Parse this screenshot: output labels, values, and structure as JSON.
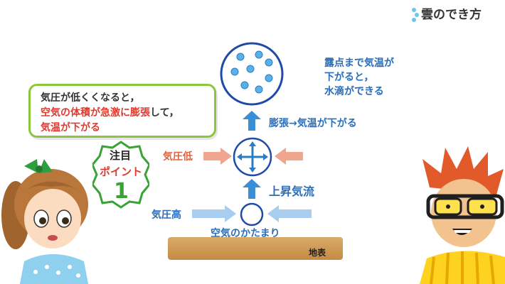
{
  "header": {
    "title": "雲のでき方"
  },
  "info_box": {
    "line1": "気圧が低くくなると，",
    "line2_red": "空気の体積が急激に膨張",
    "line2_rest": "して，",
    "line3": "気温が下がる"
  },
  "badge": {
    "top": "注目",
    "middle": "ポイント",
    "number": "1"
  },
  "diagram": {
    "dew_point_text": [
      "露点まで気温が",
      "下がると，",
      "水滴ができる"
    ],
    "expansion_label": "膨張→気温が下がる",
    "low_pressure_label": "気圧低",
    "updraft_label": "上昇気流",
    "high_pressure_label": "気圧高",
    "air_mass_label": "空気のかたまり",
    "ground_label": "地表"
  },
  "colors": {
    "accent_blue": "#2a6ebb",
    "accent_red": "#e03a2f",
    "badge_border": "#3aa335",
    "info_border": "#8cc63f"
  }
}
